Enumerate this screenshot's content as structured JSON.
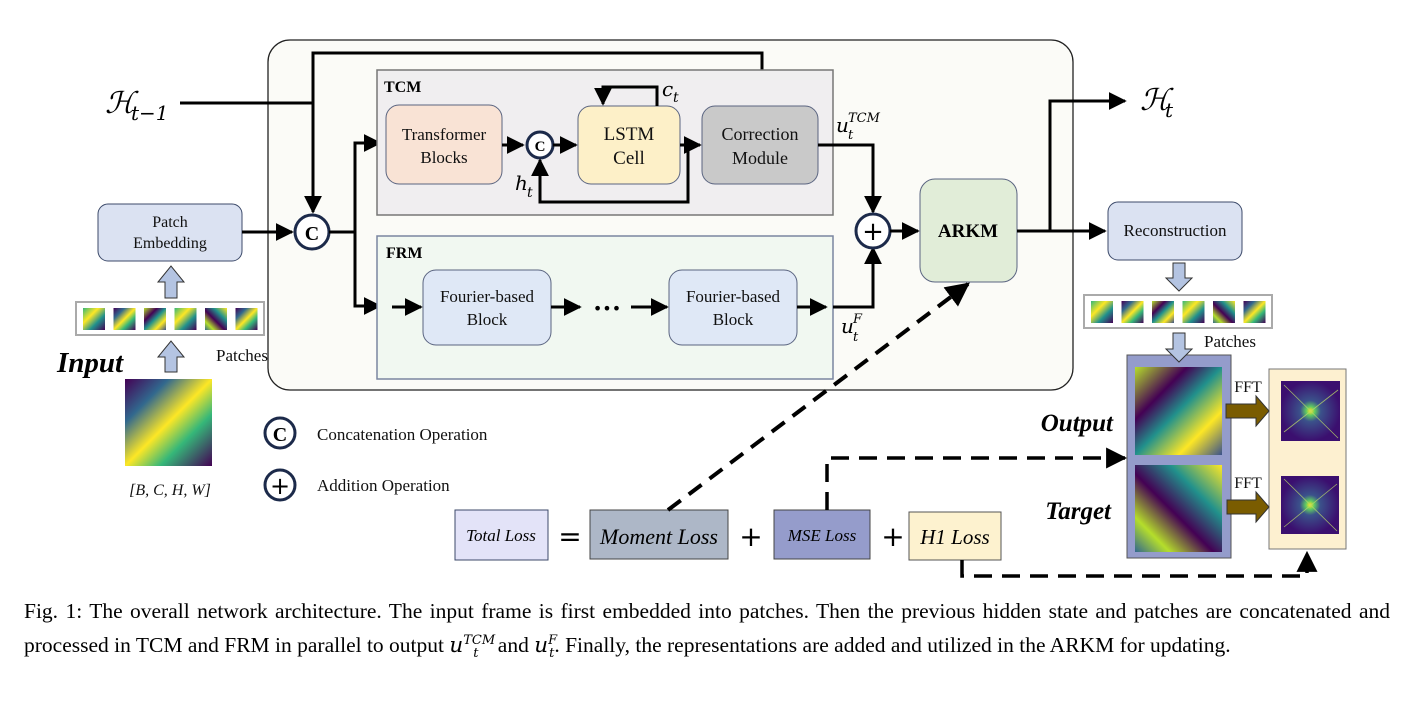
{
  "figure": {
    "input": {
      "title": "Input",
      "patches_label": "Patches",
      "shape_label": "[B, C, H, W]"
    },
    "patch_embedding": {
      "line1": "Patch",
      "line2": "Embedding"
    },
    "hidden_prev": {
      "symbol": "ℋ",
      "subscript": "t−1"
    },
    "hidden_next": {
      "symbol": "ℋ",
      "subscript": "t"
    },
    "concat_symbol": "C",
    "add_symbol": "+",
    "tcm": {
      "title": "TCM",
      "transformer": {
        "line1": "Transformer",
        "line2": "Blocks"
      },
      "lstm": {
        "line1": "LSTM",
        "line2": "Cell"
      },
      "correction": {
        "line1": "Correction",
        "line2": "Module"
      },
      "cell_state": {
        "base": "c",
        "sub": "t"
      },
      "hidden_state": {
        "base": "h",
        "sub": "t"
      }
    },
    "frm": {
      "title": "FRM",
      "block1": {
        "line1": "Fourier-based",
        "line2": "Block"
      },
      "ellipsis": "•••",
      "block2": {
        "line1": "Fourier-based",
        "line2": "Block"
      }
    },
    "u_tcm": {
      "base": "u",
      "sub": "t",
      "sup": "TCM"
    },
    "u_f": {
      "base": "u",
      "sub": "t",
      "sup": "F"
    },
    "arkm": {
      "label": "ARKM"
    },
    "reconstruction": {
      "label": "Reconstruction"
    },
    "output_patches_label": "Patches",
    "output_label": "Output",
    "target_label": "Target",
    "fft_label_1": "FFT",
    "fft_label_2": "FFT",
    "legend": [
      {
        "symbol": "C",
        "label": "Concatenation Operation"
      },
      {
        "symbol": "+",
        "label": "Addition Operation"
      }
    ],
    "loss": {
      "total": "Total Loss",
      "equals": "=",
      "moment": "Moment Loss",
      "plus1": "+",
      "mse": "MSE Loss",
      "plus2": "+",
      "h1": "H1 Loss"
    },
    "colors": {
      "main_container": "#fbfbf7",
      "tcm_bg": "#f0eef0",
      "frm_bg": "#f1f8f1",
      "transformer": "#f9e3d5",
      "lstm": "#fdf0c8",
      "correction": "#c9c9c9",
      "fourier_block": "#dfe8f6",
      "patch_embedding": "#dbe2f2",
      "arkm": "#e1edd8",
      "reconstruction": "#dbe2f2",
      "total_loss": "#e3e3f8",
      "moment_loss": "#adb7c7",
      "mse_loss": "#959ccb",
      "h1_loss": "#fdf2cf",
      "fft_panel": "#fdf0d0",
      "output_panel": "#949ccb",
      "fft_arrow": "#7a5c00",
      "circle_stroke": "#1c2a4a"
    }
  },
  "caption": {
    "prefix": "Fig. 1: The overall network architecture. The input frame is first embedded into patches. Then the previous hidden state and patches are concatenated and processed in TCM and FRM in parallel to output ",
    "u_tcm_base": "u",
    "u_tcm_sup": "TCM",
    "u_tcm_sub": "t",
    "middle": " and ",
    "u_f_base": "u",
    "u_f_sup": "F",
    "u_f_sub": "t",
    "suffix": ". Finally, the representations are added and utilized in the ARKM for updating."
  }
}
